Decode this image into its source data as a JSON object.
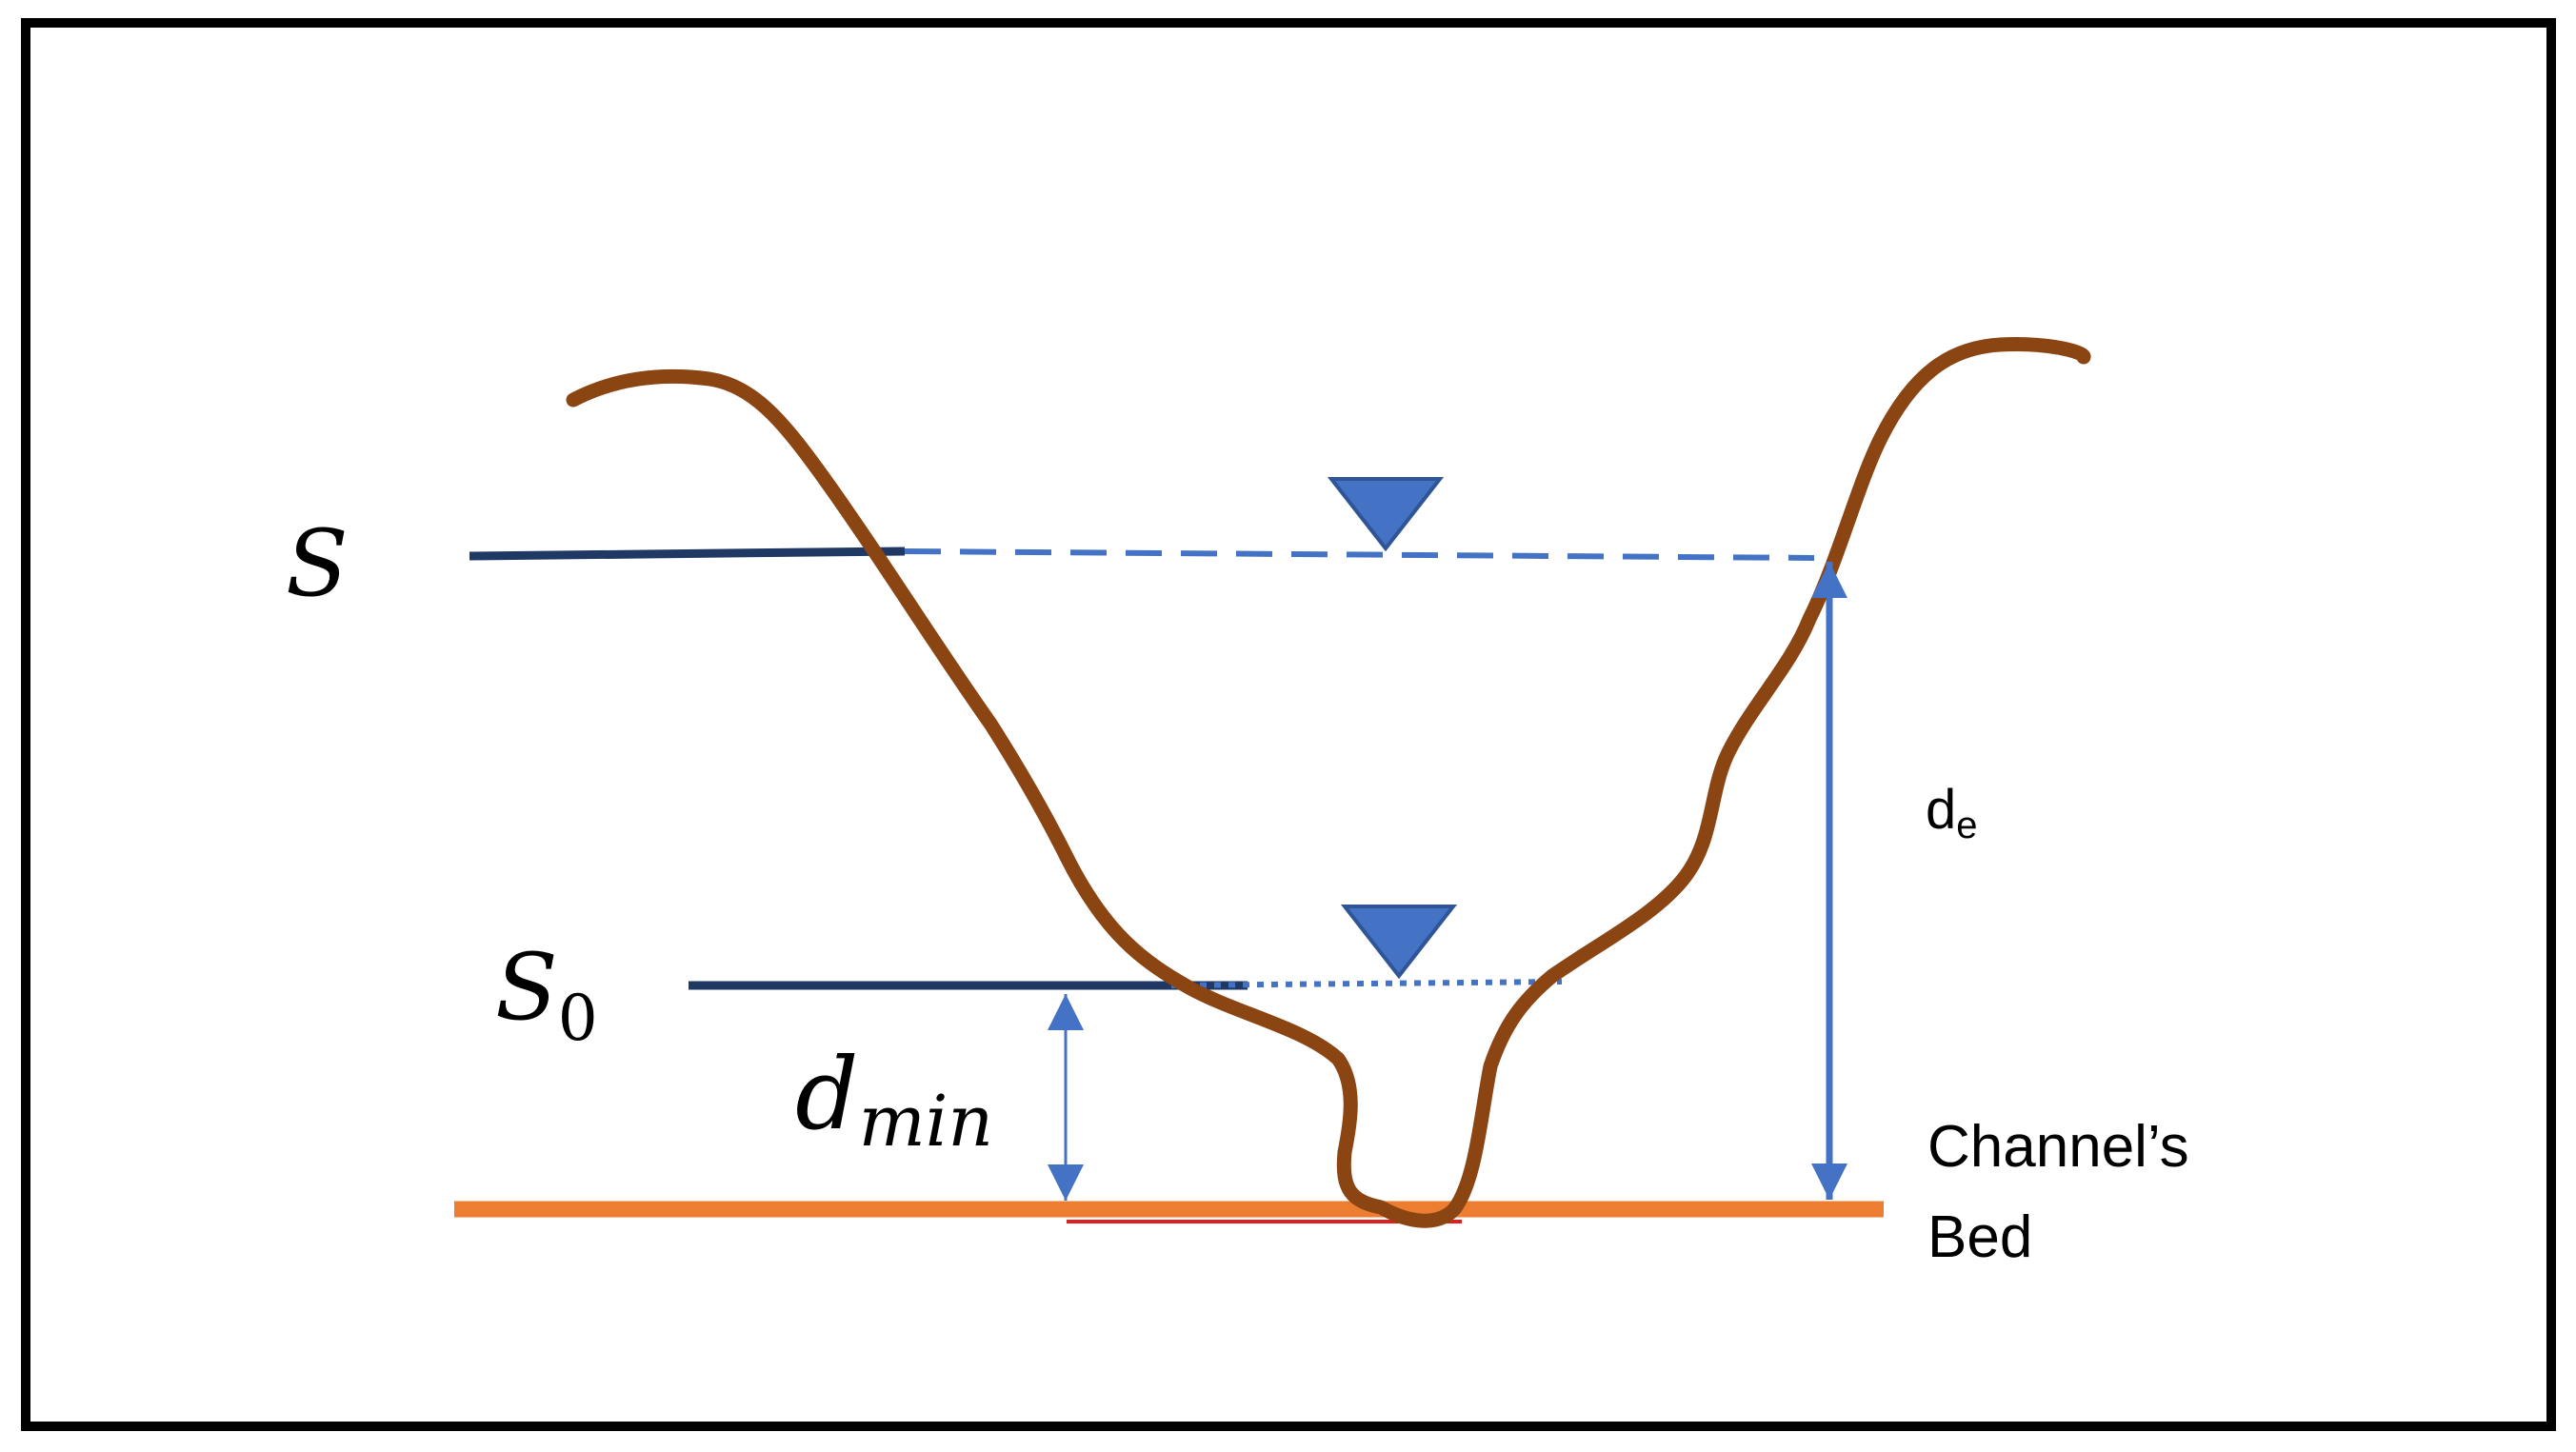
{
  "diagram": {
    "labels": {
      "s": "S",
      "s0_base": "S",
      "s0_sub": "0",
      "dmin_base": "d",
      "dmin_sub": "min",
      "de_base": "d",
      "de_sub": "e",
      "bed_line1": "Channel’s",
      "bed_line2": "Bed"
    },
    "colors": {
      "frame": "#000000",
      "channel_profile": "#8B4513",
      "water_level_line": "#1F3864",
      "water_surface": "#4472C4",
      "channel_bed": "#ED7D31",
      "bed_accent": "#E02020"
    },
    "icons": [
      "water-level-triangle-icon",
      "water-level-triangle-icon"
    ]
  }
}
